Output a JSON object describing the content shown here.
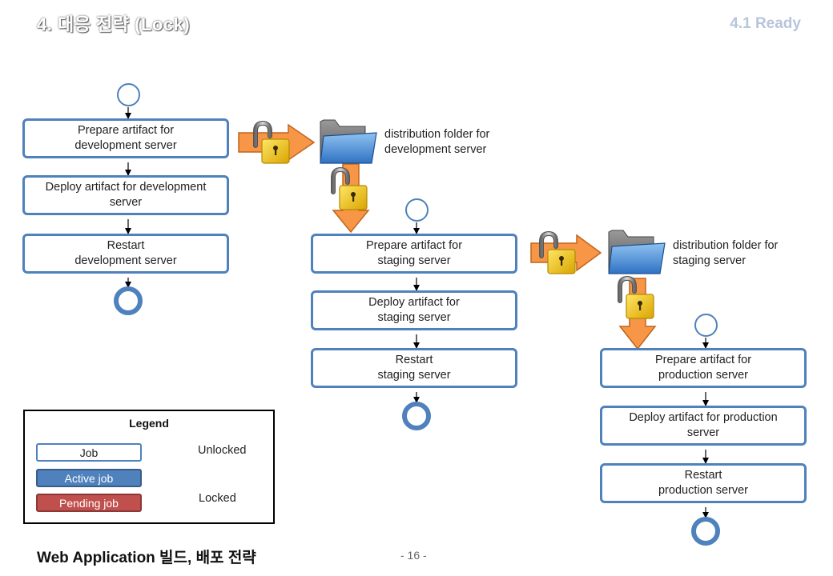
{
  "header": {
    "title": "4. 대응 전략 (Lock)",
    "section": "4.1 Ready"
  },
  "pipelines": [
    {
      "jobs": [
        "Prepare artifact for\ndevelopment server",
        "Deploy artifact for development\nserver",
        "Restart\ndevelopment server"
      ]
    },
    {
      "jobs": [
        "Prepare artifact for\nstaging server",
        "Deploy artifact for\nstaging server",
        "Restart\nstaging server"
      ]
    },
    {
      "jobs": [
        "Prepare artifact for\nproduction server",
        "Deploy artifact for production\nserver",
        "Restart\nproduction server"
      ]
    }
  ],
  "folders": [
    {
      "label": "distribution folder for\ndevelopment server"
    },
    {
      "label": "distribution folder for\nstaging server"
    }
  ],
  "legend": {
    "title": "Legend",
    "job": "Job",
    "active_job": "Active job",
    "pending_job": "Pending job",
    "unlocked": "Unlocked",
    "locked": "Locked"
  },
  "colors": {
    "job_border": "#4f81bd",
    "active_job": "#4f81bd",
    "pending_job": "#c0504d",
    "arrow_orange": "#f79646",
    "lock_gold": "#f5c400"
  },
  "footer": {
    "title": "Web Application 빌드, 배포 전략",
    "page": "- 16 -"
  }
}
